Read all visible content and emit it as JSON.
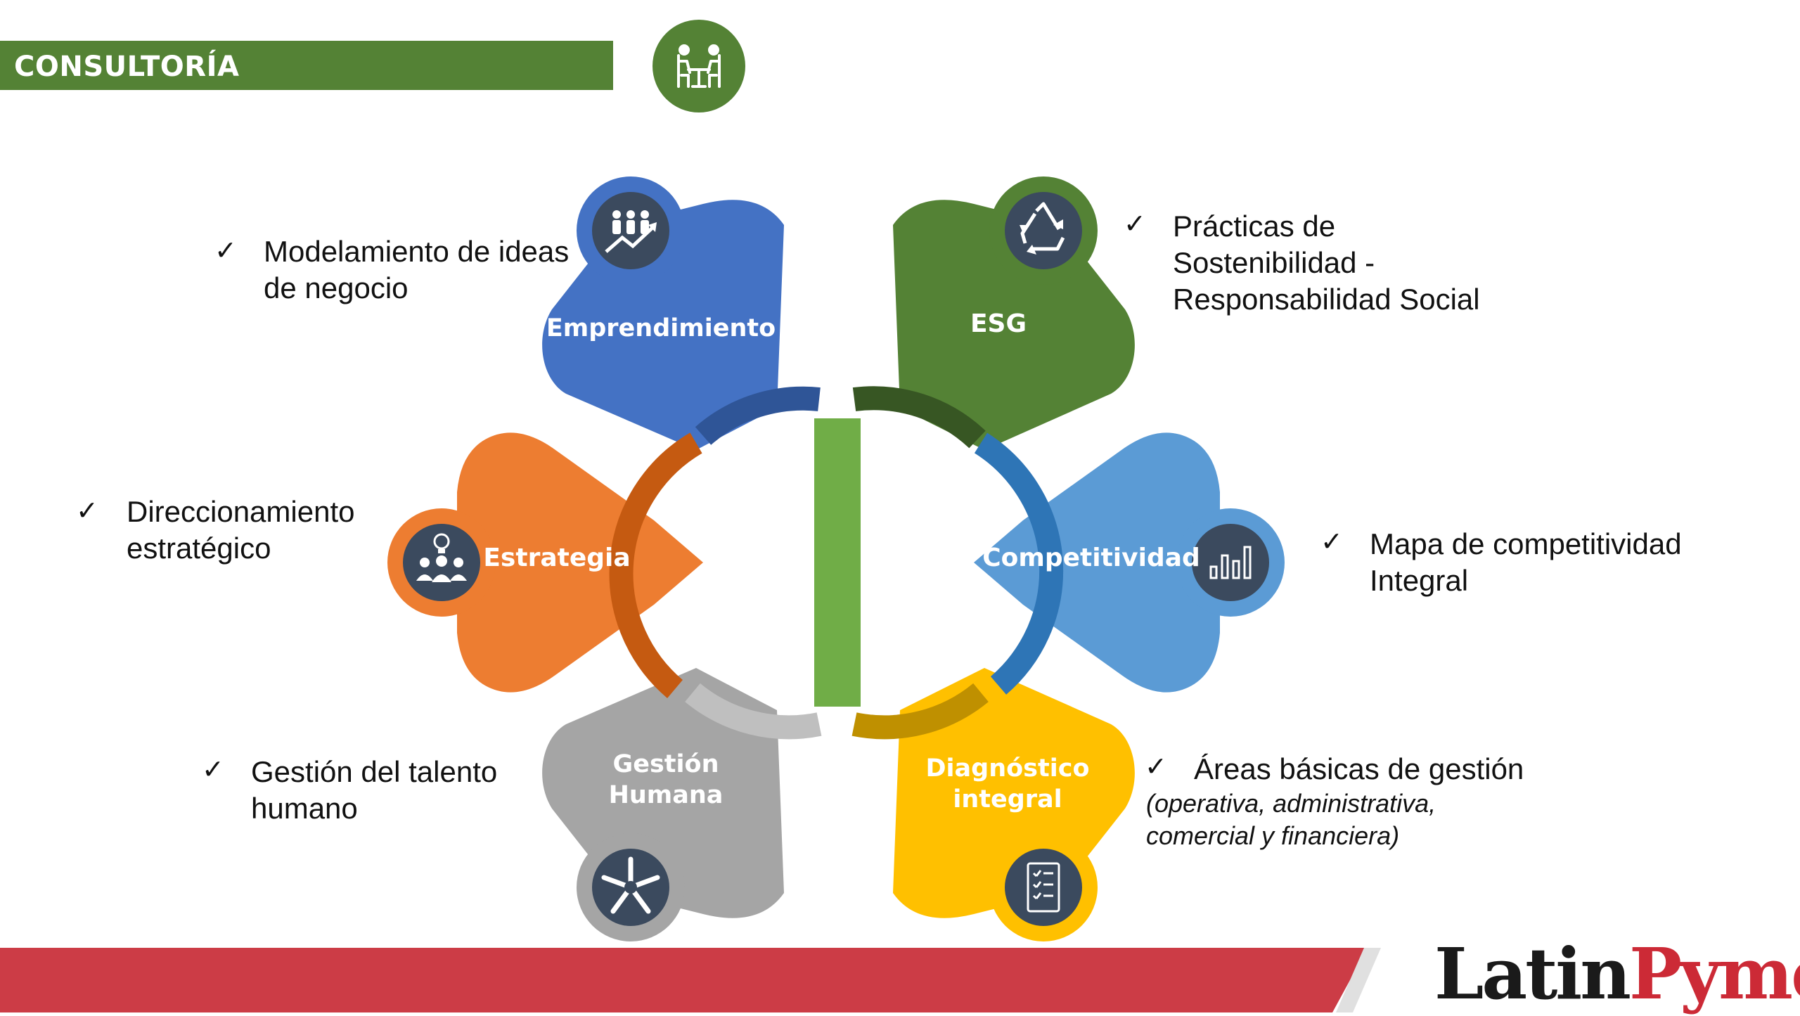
{
  "header": {
    "title": "CONSULTORÍA",
    "color": "#548235",
    "icon": "meeting-icon"
  },
  "diagram": {
    "center_bar_color": "#70ad47",
    "segments": [
      {
        "id": "emprendimiento",
        "label": [
          "Emprendimiento"
        ],
        "color": "#4472c4",
        "icon": "team-growth-icon",
        "description": [
          "Modelamiento de ideas",
          "de negocio"
        ]
      },
      {
        "id": "esg",
        "label": [
          "ESG"
        ],
        "color": "#548235",
        "icon": "recycle-icon",
        "description": [
          "Prácticas de",
          "Sostenibilidad -",
          "Responsabilidad Social"
        ]
      },
      {
        "id": "estrategia",
        "label": [
          "Estrategia"
        ],
        "color": "#ed7d31",
        "icon": "idea-team-icon",
        "description": [
          "Direccionamiento",
          "estratégico"
        ]
      },
      {
        "id": "competitividad",
        "label": [
          "Competitividad"
        ],
        "color": "#5b9bd5",
        "icon": "bar-chart-icon",
        "description": [
          "Mapa de competitividad",
          "Integral"
        ]
      },
      {
        "id": "gestion-humana",
        "label": [
          "Gestión",
          "Humana"
        ],
        "color": "#a5a5a5",
        "icon": "hands-together-icon",
        "description": [
          "Gestión del talento",
          "humano"
        ]
      },
      {
        "id": "diagnostico",
        "label": [
          "Diagnóstico",
          "integral"
        ],
        "color": "#ffc000",
        "icon": "checklist-icon",
        "description": [
          "Áreas básicas de gestión"
        ],
        "sub_description": [
          "(operativa, administrativa,",
          "comercial y financiera)"
        ]
      }
    ]
  },
  "check_mark": "✓",
  "footer": {
    "logo_part1": "Latin",
    "logo_part2": "Pyme",
    "bar_color": "#cc3c46"
  }
}
